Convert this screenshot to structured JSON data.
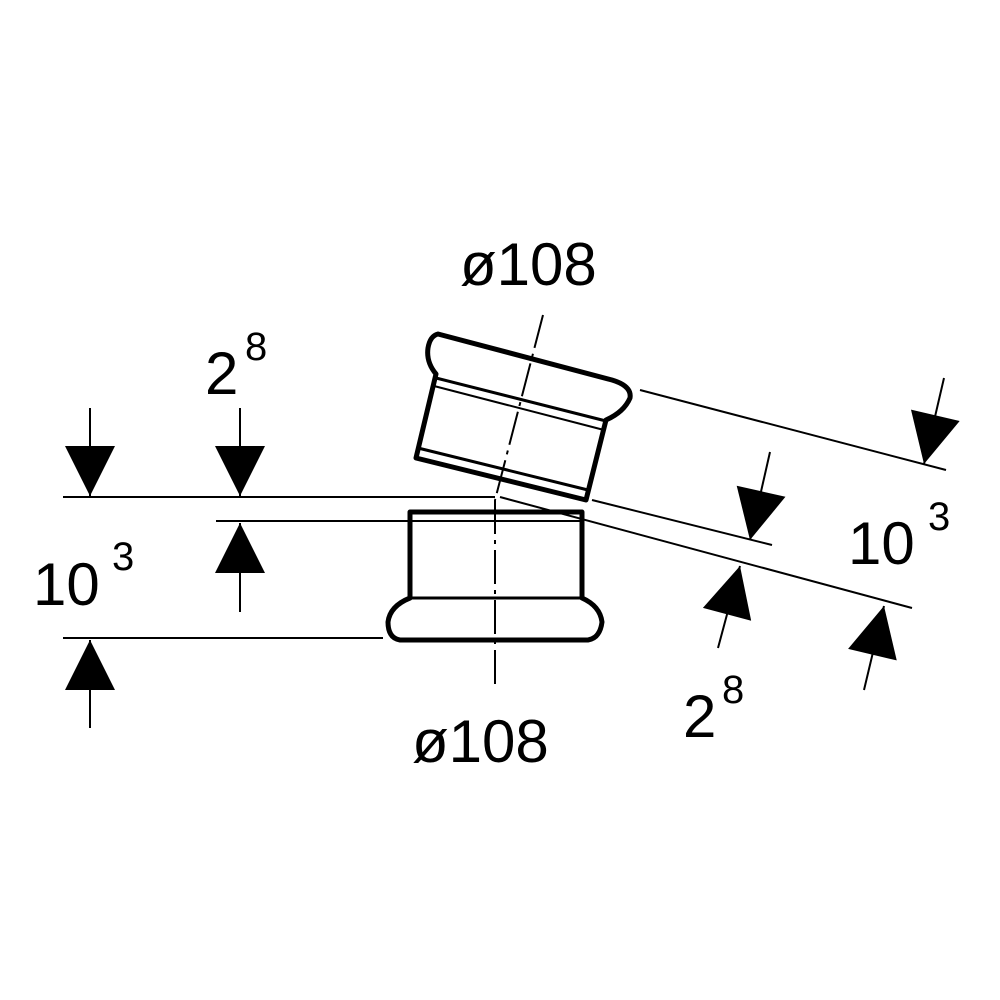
{
  "dimensions": {
    "top_diameter": "ø108",
    "bottom_diameter": "ø108",
    "left_insertion_depth": {
      "base": "10",
      "sup": "3"
    },
    "left_wall_offset": {
      "base": "2",
      "sup": "8"
    },
    "right_insertion_depth": {
      "base": "10",
      "sup": "3"
    },
    "right_wall_offset": {
      "base": "2",
      "sup": "8"
    }
  },
  "colors": {
    "line": "#000000",
    "background": "#ffffff"
  }
}
